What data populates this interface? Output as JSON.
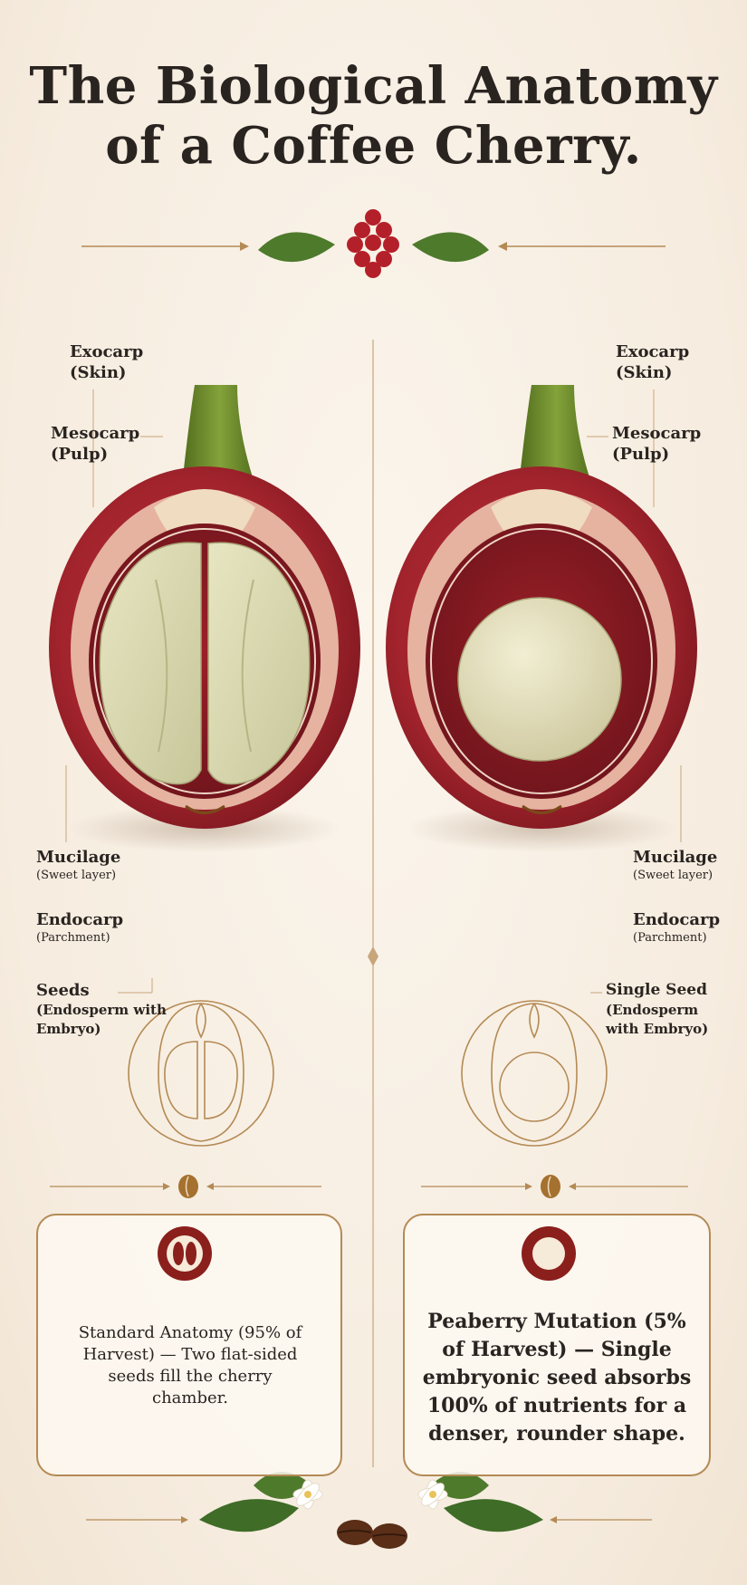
{
  "title": {
    "line1": "The Biological Anatomy",
    "line2": "of a Coffee Cherry."
  },
  "labels_left": {
    "exocarp": "Exocarp",
    "exocarp_sub": "(Skin)",
    "mesocarp": "Mesocarp",
    "mesocarp_sub": "(Pulp)",
    "mucilage": "Mucilage",
    "mucilage_sub": "(Sweet layer)",
    "endocarp": "Endocarp",
    "endocarp_sub": "(Parchment)",
    "seeds": "Seeds",
    "seeds_sub1": "(Endosperm with",
    "seeds_sub2": "Embryo)"
  },
  "labels_right": {
    "exocarp": "Exocarp",
    "exocarp_sub": "(Skin)",
    "mesocarp": "Mesocarp",
    "mesocarp_sub": "(Pulp)",
    "mucilage": "Mucilage",
    "mucilage_sub": "(Sweet layer)",
    "endocarp": "Endocarp",
    "endocarp_sub": "(Parchment)",
    "seed": "Single Seed",
    "seed_sub1": "(Endosperm",
    "seed_sub2": "with Embryo)"
  },
  "cards": {
    "left": {
      "line1": "Standard Anatomy (95% of",
      "line2": "Harvest) — Two flat-sided",
      "line3": "seeds fill the cherry",
      "line4": "chamber."
    },
    "right": {
      "line1": "Peaberry Mutation (5%",
      "line2": "of Harvest) — Single",
      "line3": "embryonic seed absorbs",
      "line4": "100% of nutrients for a",
      "line5": "denser, rounder shape."
    }
  },
  "colors": {
    "background": "#f7efe3",
    "cherry_red": "#a8262e",
    "pulp_pink": "#e9b9a6",
    "seed_green": "#d9d7ad",
    "stem_green": "#6c8a2a",
    "gold_line": "#b48a55"
  }
}
